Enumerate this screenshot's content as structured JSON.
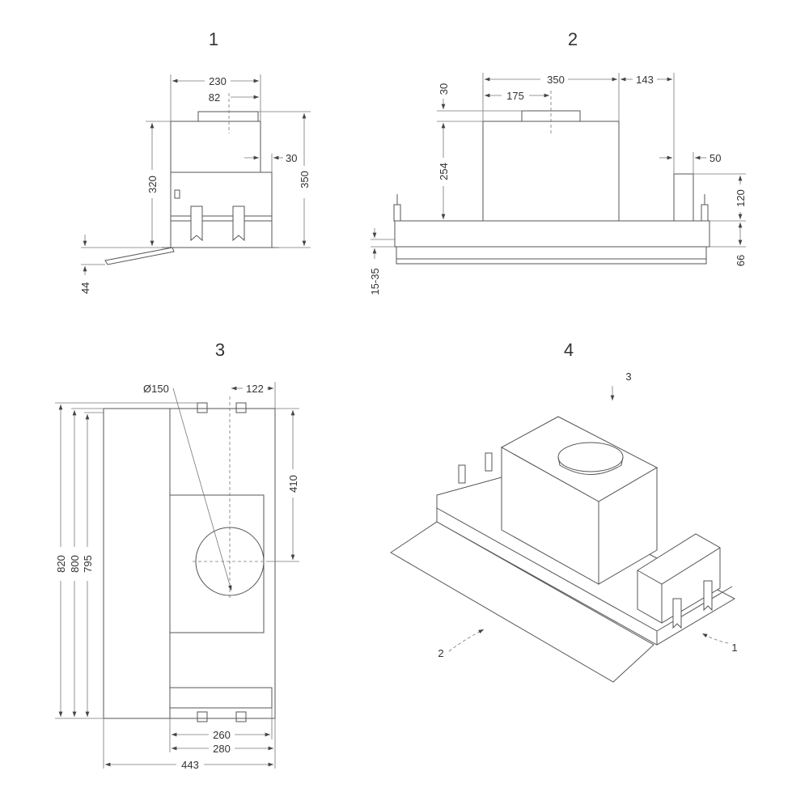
{
  "views": [
    {
      "number": "1",
      "dimensions": {
        "width_total": "230",
        "duct_offset": "82",
        "height_body": "320",
        "height_total": "350",
        "step": "30",
        "flap": "44"
      }
    },
    {
      "number": "2",
      "dimensions": {
        "width_motor": "350",
        "side_gap": "143",
        "duct_center": "175",
        "duct_height": "30",
        "height_motor": "254",
        "box_width": "50",
        "box_height": "120",
        "frame_height": "66",
        "adjust": "15-35"
      }
    },
    {
      "number": "3",
      "dimensions": {
        "diameter": "Ø150",
        "duct_side": "122",
        "duct_depth": "410",
        "depth_820": "820",
        "depth_800": "800",
        "depth_795": "795",
        "width_260": "260",
        "width_280": "280",
        "width_443": "443"
      }
    },
    {
      "number": "4",
      "callouts": [
        "3",
        "2",
        "1"
      ]
    }
  ],
  "colors": {
    "line": "#555555",
    "dimension": "#777777",
    "text": "#333333"
  }
}
